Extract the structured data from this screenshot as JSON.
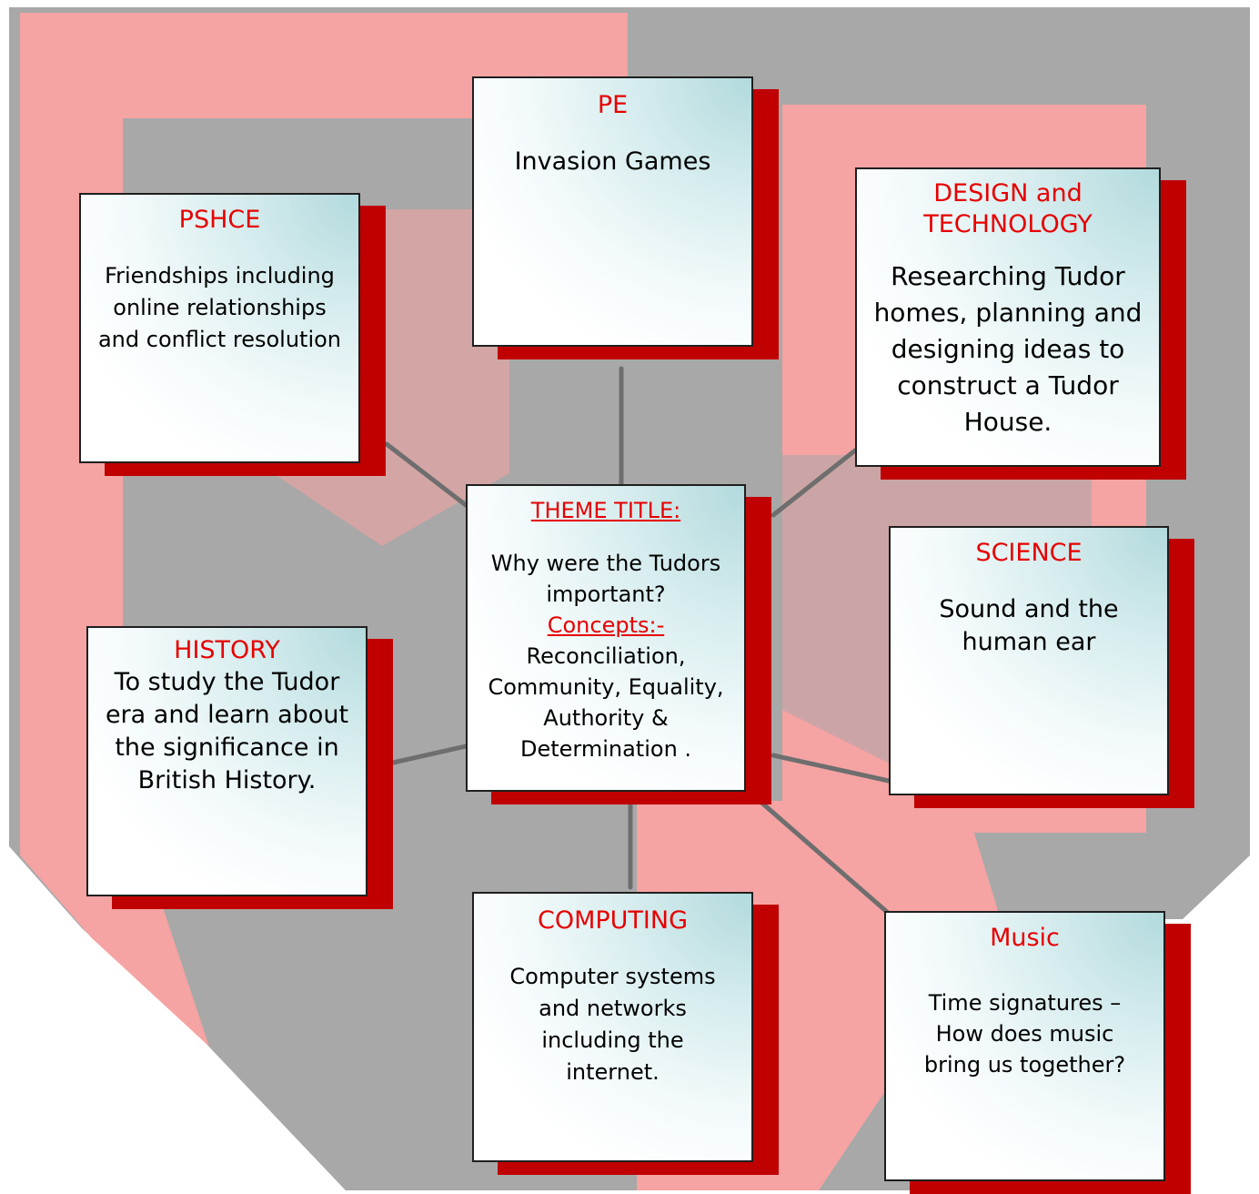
{
  "theme": {
    "heading": "THEME TITLE:",
    "question": "Why were the Tudors important?",
    "concepts_heading": "Concepts:-",
    "concepts": "Reconciliation, Community, Equality,  Authority & Determination ."
  },
  "subjects": {
    "pe": {
      "title": "PE",
      "text": "Invasion Games"
    },
    "pshce": {
      "title": "PSHCE",
      "text": "Friendships  including online relationships and conflict resolution"
    },
    "dt": {
      "title_line1": "DESIGN and",
      "title_line2": "TECHNOLOGY",
      "text": "Researching Tudor homes, planning and designing ideas to construct a Tudor House."
    },
    "science": {
      "title": "SCIENCE",
      "text": "Sound and the human ear"
    },
    "history": {
      "title": "HISTORY",
      "text": "To study the Tudor era and learn about the significance in British History."
    },
    "computing": {
      "title": "COMPUTING",
      "text": "Computer systems and networks including the internet."
    },
    "music": {
      "title": "Music",
      "text": "Time signatures – How does music bring us together?"
    }
  },
  "colors": {
    "accent": "#e60000",
    "shadow": "#c00000",
    "background_pink": "#f5a3a3",
    "background_gray": "#a8a8a8"
  }
}
